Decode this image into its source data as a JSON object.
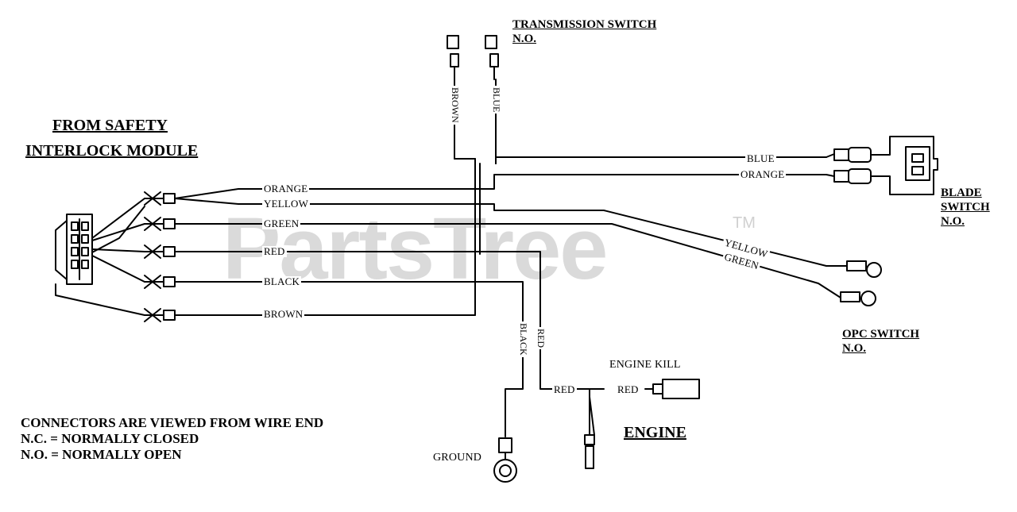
{
  "headings": {
    "safety_line1": "FROM SAFETY",
    "safety_line2": "INTERLOCK MODULE",
    "transmission_line1": "TRANSMISSION SWITCH",
    "transmission_line2": "N.O.",
    "blade_line1": "BLADE",
    "blade_line2": "SWITCH",
    "blade_line3": "N.O.",
    "opc_line1": "OPC SWITCH",
    "opc_line2": "N.O.",
    "engine": "ENGINE"
  },
  "wire_labels": {
    "orange_left": "ORANGE",
    "yellow_left": "YELLOW",
    "green_left": "GREEN",
    "red_left": "RED",
    "black_left": "BLACK",
    "brown_left": "BROWN",
    "brown_top": "BROWN",
    "blue_top": "BLUE",
    "blue_right": "BLUE",
    "orange_right": "ORANGE",
    "yellow_right": "YELLOW",
    "green_right": "GREEN",
    "black_down": "BLACK",
    "red_down": "RED",
    "red_engine1": "RED",
    "red_engine2": "RED"
  },
  "components": {
    "engine_kill": "ENGINE KILL",
    "ground": "GROUND"
  },
  "notes": [
    "CONNECTORS ARE VIEWED FROM WIRE END",
    "N.C. = NORMALLY CLOSED",
    "N.O. = NORMALLY OPEN"
  ],
  "watermark": {
    "text": "PartsTree",
    "tm": "TM"
  }
}
